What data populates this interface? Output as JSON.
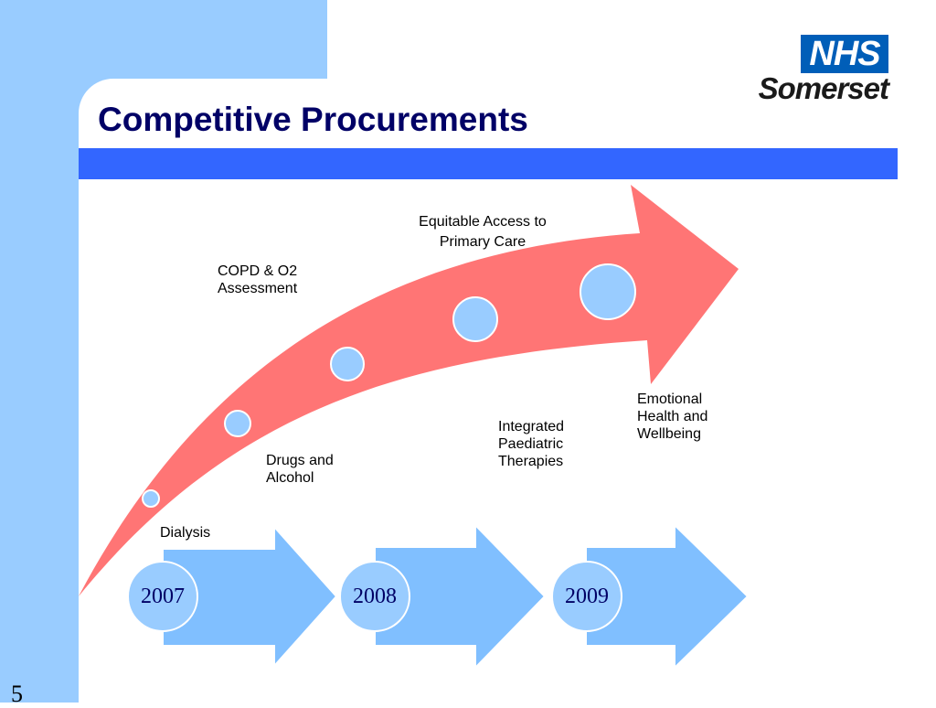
{
  "slide": {
    "title": "Competitive Procurements",
    "page_number": "5",
    "logo": {
      "mark": "NHS",
      "name": "Somerset"
    }
  },
  "timeline": {
    "years": [
      "2007",
      "2008",
      "2009"
    ]
  },
  "procurements": [
    {
      "id": "dialysis",
      "label": "Dialysis"
    },
    {
      "id": "copd",
      "label": "COPD & O2\nAssessment"
    },
    {
      "id": "drugs",
      "label": "Drugs and\nAlcohol"
    },
    {
      "id": "equitable",
      "label": "Equitable Access to\nPrimary Care"
    },
    {
      "id": "paediatric",
      "label": "Integrated\nPaediatric\nTherapies"
    },
    {
      "id": "emotional",
      "label": "Emotional\nHealth and\nWellbeing"
    }
  ],
  "colors": {
    "sidebar": "#99ccff",
    "title_bar": "#3366ff",
    "title_text": "#000066",
    "curved_arrow": "#ff7575",
    "milestone_dot": "#99ccff",
    "year_arrow": "#80bfff"
  }
}
